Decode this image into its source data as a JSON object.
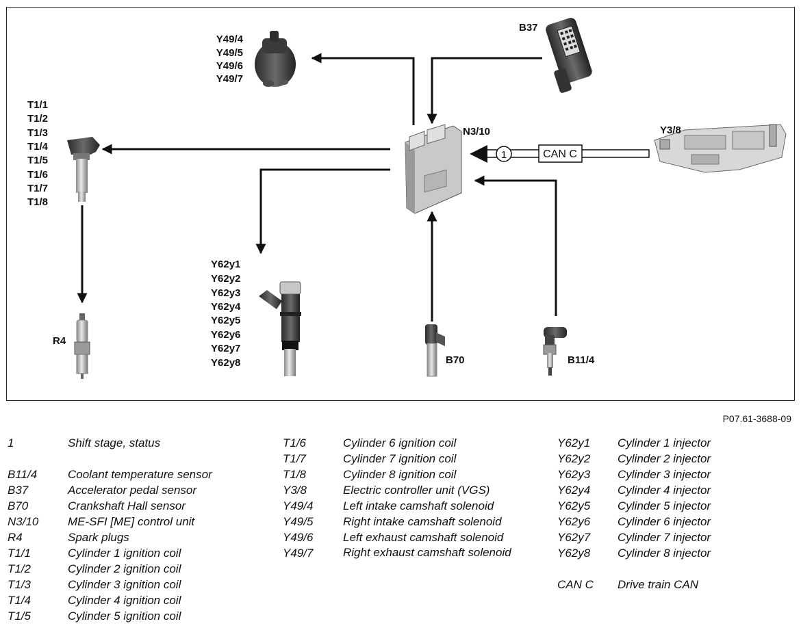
{
  "components": {
    "y49": [
      "Y49/4",
      "Y49/5",
      "Y49/6",
      "Y49/7"
    ],
    "b37": "B37",
    "t1": [
      "T1/1",
      "T1/2",
      "T1/3",
      "T1/4",
      "T1/5",
      "T1/6",
      "T1/7",
      "T1/8"
    ],
    "n310": "N3/10",
    "y38": "Y3/8",
    "can_label": "CAN C",
    "signal_num": "1",
    "y62": [
      "Y62y1",
      "Y62y2",
      "Y62y3",
      "Y62y4",
      "Y62y5",
      "Y62y6",
      "Y62y7",
      "Y62y8"
    ],
    "r4": "R4",
    "b70": "B70",
    "b114": "B11/4"
  },
  "reference": "P07.61-3688-09",
  "legend": {
    "col1": [
      {
        "code": "1",
        "desc": "Shift stage, status"
      },
      {
        "code": "",
        "desc": ""
      },
      {
        "code": "B11/4",
        "desc": "Coolant temperature sensor"
      },
      {
        "code": "B37",
        "desc": "Accelerator pedal sensor"
      },
      {
        "code": "B70",
        "desc": "Crankshaft Hall sensor"
      },
      {
        "code": "N3/10",
        "desc": "ME-SFI [ME] control unit"
      },
      {
        "code": "R4",
        "desc": "Spark plugs"
      },
      {
        "code": "T1/1",
        "desc": "Cylinder 1 ignition coil"
      },
      {
        "code": "T1/2",
        "desc": "Cylinder 2 ignition coil"
      },
      {
        "code": "T1/3",
        "desc": "Cylinder 3 ignition coil"
      },
      {
        "code": "T1/4",
        "desc": "Cylinder 4 ignition coil"
      },
      {
        "code": "T1/5",
        "desc": "Cylinder 5 ignition coil"
      }
    ],
    "col2": [
      {
        "code": "T1/6",
        "desc": "Cylinder 6 ignition coil"
      },
      {
        "code": "T1/7",
        "desc": "Cylinder 7 ignition coil"
      },
      {
        "code": "T1/8",
        "desc": "Cylinder 8 ignition coil"
      },
      {
        "code": "Y3/8",
        "desc": "Electric controller unit (VGS)"
      },
      {
        "code": "Y49/4",
        "desc": "Left intake camshaft solenoid"
      },
      {
        "code": "Y49/5",
        "desc": "Right intake camshaft solenoid"
      },
      {
        "code": "Y49/6",
        "desc": "Left exhaust camshaft solenoid"
      },
      {
        "code": "Y49/7",
        "desc": "Right exhaust camshaft solenoid"
      }
    ],
    "col3": [
      {
        "code": "Y62y1",
        "desc": "Cylinder 1 injector"
      },
      {
        "code": "Y62y2",
        "desc": "Cylinder 2 injector"
      },
      {
        "code": "Y62y3",
        "desc": "Cylinder 3 injector"
      },
      {
        "code": "Y62y4",
        "desc": "Cylinder 4 injector"
      },
      {
        "code": "Y62y5",
        "desc": "Cylinder 5 injector"
      },
      {
        "code": "Y62y6",
        "desc": "Cylinder 6 injector"
      },
      {
        "code": "Y62y7",
        "desc": "Cylinder 7 injector"
      },
      {
        "code": "Y62y8",
        "desc": "Cylinder 8 injector"
      },
      {
        "code": "",
        "desc": ""
      },
      {
        "code": "CAN C",
        "desc": "Drive train CAN"
      }
    ]
  }
}
